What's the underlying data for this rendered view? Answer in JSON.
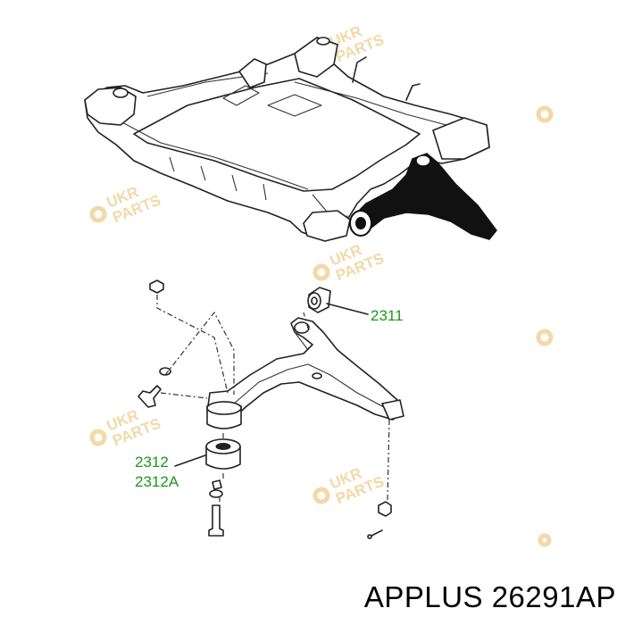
{
  "watermark": {
    "line1": "UKR",
    "line2": "PARTS",
    "color": "#f3d8a8"
  },
  "callouts": {
    "c2311": "2311",
    "c2312": "2312",
    "c2312A": "2312A"
  },
  "callout_color": "#1a9a1a",
  "caption": "APPLUS 26291AP"
}
